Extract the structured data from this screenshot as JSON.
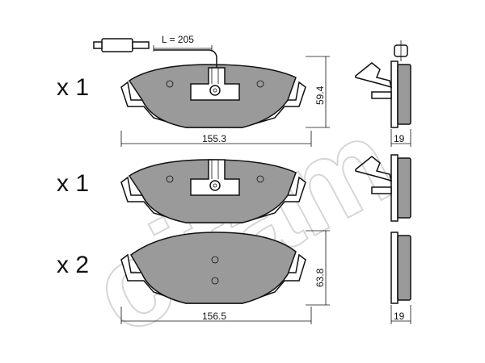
{
  "watermark": {
    "brand": "cifam"
  },
  "sensor": {
    "cable_length_label": "L = 205"
  },
  "rows": [
    {
      "qty": "x 1",
      "width": "155.3",
      "height": "59.4",
      "thickness": "19"
    },
    {
      "qty": "x 1"
    },
    {
      "qty": "x 2",
      "width": "156.5",
      "height": "63.8",
      "thickness": "19"
    }
  ],
  "colors": {
    "pad_fill": "#9a9a9a",
    "line": "#111111",
    "watermark": "#d6d6d6"
  }
}
